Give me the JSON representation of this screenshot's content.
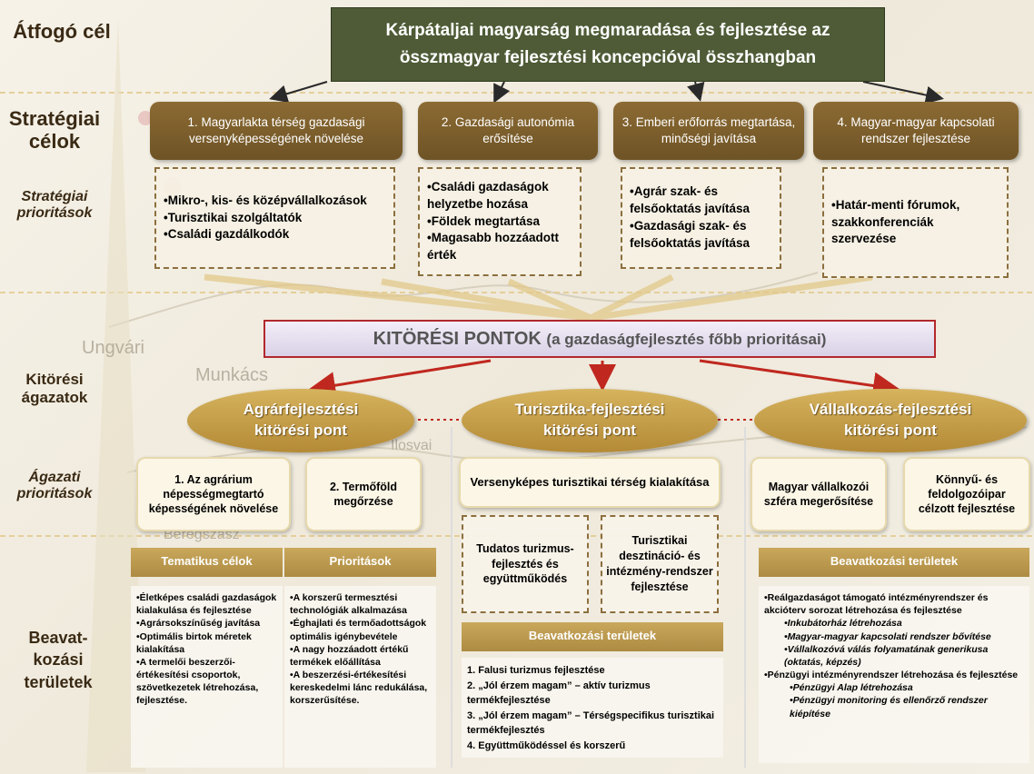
{
  "colors": {
    "goal": "#4e5b36",
    "strategic_box": "#7a5e2b",
    "arrow_red": "#c0281f",
    "oval": "#c6a04b",
    "highlight_line": "#e2c98a"
  },
  "left_labels": {
    "atfogo": "Átfogó cél",
    "strategiai_celok": "Stratégiai célok",
    "strategiai_prioritasok": "Stratégiai prioritások",
    "kitoresi_agazatok": "Kitörési ágazatok",
    "agazati_prioritasok": "Ágazati prioritások",
    "beavatkozasi": "Beavat-kozási területek"
  },
  "main_goal": {
    "line1": "Kárpátaljai magyarság megmaradása és fejlesztése az",
    "line2": "összmagyar fejlesztési koncepcióval összhangban"
  },
  "strategic_goals": [
    {
      "label": "1. Magyarlakta térség gazdasági versenyképességének növelése"
    },
    {
      "label": "2. Gazdasági autonómia erősítése"
    },
    {
      "label": "3. Emberi erőforrás megtartása, minőségi javítása"
    },
    {
      "label": "4. Magyar-magyar kapcsolati rendszer fejlesztése"
    }
  ],
  "strategic_priorities": [
    [
      "•Mikro-, kis- és középvállalkozások",
      "•Turisztikai szolgáltatók",
      "•Családi gazdálkodók"
    ],
    [
      "•Családi gazdaságok helyzetbe hozása",
      "•Földek megtartása",
      "•Magasabb hozzáadott érték"
    ],
    [
      "•Agrár szak- és felsőoktatás javítása",
      "•Gazdasági szak- és felsőoktatás javítása"
    ],
    [
      "•Határ-menti fórumok, szakkonferenciák szervezése"
    ]
  ],
  "breakout": {
    "main": "KITÖRÉSI PONTOK",
    "sub": "(a gazdaságfejlesztés főbb prioritásai)"
  },
  "ovals": [
    {
      "line1": "Agrárfejlesztési",
      "line2": "kitörési pont"
    },
    {
      "line1": "Turisztika-fejlesztési",
      "line2": "kitörési pont"
    },
    {
      "line1": "Vállalkozás-fejlesztési",
      "line2": "kitörési pont"
    }
  ],
  "sector_priorities": {
    "agrar1": "1. Az agrárium népességmegtartó képességének növelése",
    "agrar2": "2. Termőföld megőrzése",
    "turizmus_main": "Versenyképes turisztikai térség kialakítása",
    "turizmus_a": "Tudatos turizmus-fejlesztés és együttműködés",
    "turizmus_b": "Turisztikai desztináció- és intézmény-rendszer fejlesztése",
    "vall1": "Magyar vállalkozói szféra megerősítése",
    "vall2": "Könnyű- és feldolgozóipar célzott fejlesztése"
  },
  "map_labels": {
    "munkacs": "Munkács",
    "beregszasz": "Beregszász",
    "ungvar": "Ungvári",
    "ilosvai": "Ilosvai"
  },
  "agrar_table": {
    "headers": [
      "Tematikus célok",
      "Prioritások"
    ],
    "col1": [
      "•Életképes családi gazdaságok kialakulása és fejlesztése",
      "•Agrársokszínűség javítása",
      "•Optimális birtok méretek kialakítása",
      "•A termelői beszerzői-értékesítési csoportok, szövetkezetek létrehozása, fejlesztése."
    ],
    "col2": [
      "•A korszerű termesztési technológiák alkalmazása",
      "•Éghajlati és termőadottságok optimális igénybevétele",
      "•A nagy hozzáadott értékű termékek előállítása",
      "•A beszerzési-értékesítési kereskedelmi lánc redukálása, korszerűsítése."
    ]
  },
  "turizmus_beav": {
    "header": "Beavatkozási területek",
    "items": [
      "1. Falusi turizmus fejlesztése",
      "2. „Jól érzem magam” – aktív turizmus termékfejlesztése",
      "3. „Jól érzem magam” – Térségspecifikus turisztikai termékfejlesztés",
      "4. Együttműködéssel és korszerű"
    ]
  },
  "vall_beav": {
    "header": "Beavatkozási területek",
    "p1": "•Reálgazdaságot támogató intézményrendszer és akcióterv sorozat létrehozása és fejlesztése",
    "p1_items": [
      "•Inkubátorház létrehozása",
      "•Magyar-magyar kapcsolati rendszer bővítése",
      "•Vállalkozóvá válás folyamatának generikusa (oktatás, képzés)"
    ],
    "p2": "•Pénzügyi intézményrendszer létrehozása és fejlesztése",
    "p2_items": [
      "•Pénzügyi Alap létrehozása",
      "•Pénzügyi monitoring és ellenőrző rendszer kiépítése"
    ]
  }
}
